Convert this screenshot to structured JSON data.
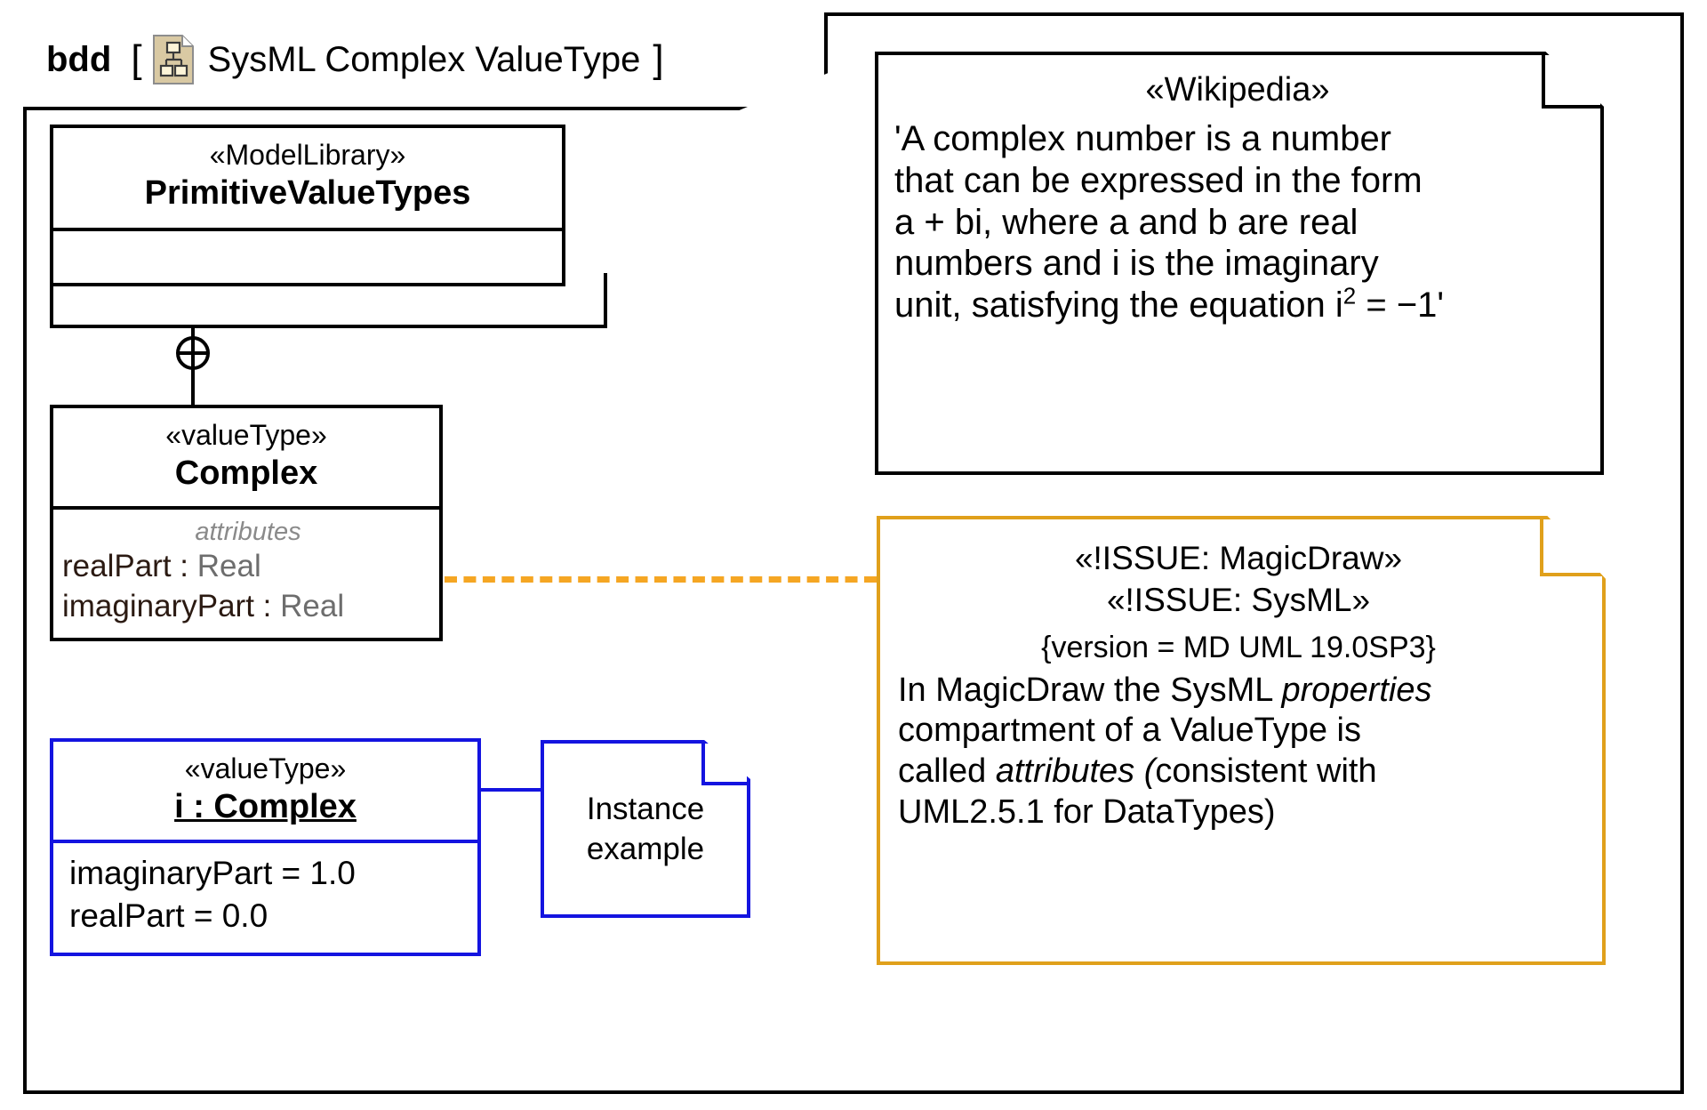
{
  "diagram": {
    "kind": "bdd",
    "bracket_open": "[",
    "bracket_close": "]",
    "title": "SysML Complex ValueType",
    "header_icon": "block-definition-diagram-icon"
  },
  "model_library": {
    "stereotype": "«ModelLibrary»",
    "name": "PrimitiveValueTypes"
  },
  "complex_type": {
    "stereotype": "«valueType»",
    "name": "Complex",
    "compartment_label": "attributes",
    "attributes": [
      {
        "name": "realPart",
        "sep": " : ",
        "type": "Real"
      },
      {
        "name": "imaginaryPart",
        "sep": " : ",
        "type": "Real"
      }
    ]
  },
  "instance": {
    "stereotype": "«valueType»",
    "name": "i : Complex",
    "slots": [
      "imaginaryPart = 1.0",
      "realPart = 0.0"
    ]
  },
  "instance_note": {
    "line1": "Instance",
    "line2": "example"
  },
  "wikipedia_note": {
    "stereotype": "«Wikipedia»",
    "line1": "'A complex number is a number",
    "line2": "that can be expressed in the form",
    "line3": "a + bi, where a and b are real",
    "line4": "numbers and i is the imaginary",
    "line5_pre": "unit, satisfying the equation i",
    "line5_sup": "2",
    "line5_post": " = −1'"
  },
  "issue_note": {
    "stereotype1": "«!ISSUE: MagicDraw»",
    "stereotype2": "«!ISSUE: SysML»",
    "tagged_values": "{version = MD UML 19.0SP3}",
    "body_a": "In MagicDraw the SysML ",
    "body_a_em": "properties",
    "body_b": "compartment of a ValueType is",
    "body_c": "called ",
    "body_c_em": "attributes (",
    "body_c2": "consistent with",
    "body_d": "UML2.5.1 for DataTypes)"
  },
  "colors": {
    "frame": "#000000",
    "instance_blue": "#1414E0",
    "issue_orange": "#E0A01B",
    "dash_orange": "#F5A623",
    "attribute_type_gray": "#6D6D6D",
    "compartment_label_gray": "#8A8A8A",
    "icon_fill": "#D9C9A3"
  }
}
